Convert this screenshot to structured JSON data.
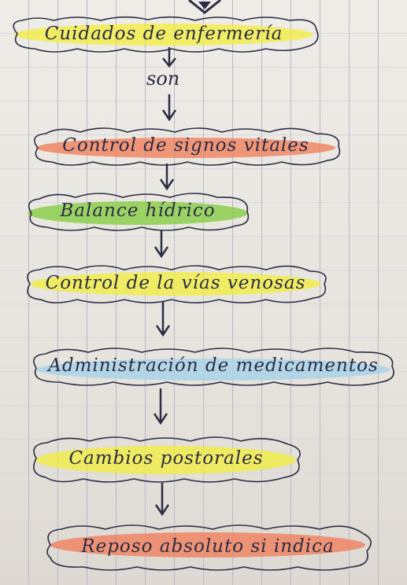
{
  "colors": {
    "yellow": "#f2ee3a",
    "orange": "#f0805c",
    "green": "#8ccf4c",
    "blue": "#a9d3e8",
    "ink": "#2c2c44"
  },
  "connector": {
    "word": "son"
  },
  "nodes": [
    {
      "id": "n0",
      "label": "Cuidados de enfermería",
      "highlight": "yellow"
    },
    {
      "id": "n1",
      "label": "Control de signos vitales",
      "highlight": "orange"
    },
    {
      "id": "n2",
      "label": "Balance hídrico",
      "highlight": "green"
    },
    {
      "id": "n3",
      "label": "Control de la vías venosas",
      "highlight": "yellow"
    },
    {
      "id": "n4",
      "label": "Administración de medicamentos",
      "highlight": "blue"
    },
    {
      "id": "n5",
      "label": "Cambios postorales",
      "highlight": "yellow"
    },
    {
      "id": "n6",
      "label": "Reposo absoluto si indica",
      "highlight": "orange"
    }
  ]
}
